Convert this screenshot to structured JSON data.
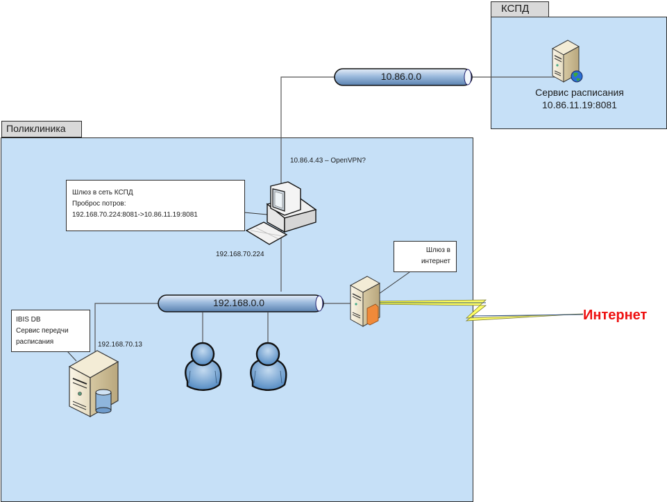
{
  "zones": {
    "kspd": {
      "label": "КСПД"
    },
    "polyclinic": {
      "label": "Поликлиника"
    }
  },
  "networks": {
    "kspd_bus": {
      "label": "10.86.0.0"
    },
    "local_bus": {
      "label": "192.168.0.0"
    }
  },
  "nodes": {
    "schedule_service": {
      "line1": "Сервис расписания",
      "line2": "10.86.11.19:8081"
    },
    "gateway_pc": {
      "vpn_label": "10.86.4.43 – OpenVPN?",
      "ip_label": "192.168.70.224",
      "note": [
        "Шлюз в сеть КСПД",
        "Проброс потров:",
        "192.168.70.224:8081->10.86.11.19:8081"
      ]
    },
    "internet_gateway": {
      "note": [
        "Шлюз в",
        "интернет"
      ]
    },
    "ibis_server": {
      "ip_label": "192.168.70.13",
      "note": [
        "IBIS DB",
        "Сервис передчи",
        "расписания"
      ]
    },
    "internet": {
      "label": "Интернет"
    }
  },
  "colors": {
    "zone_fill": "#c6e0f7",
    "tab_fill": "#d9d9d9",
    "bus_fill": "#8fb3d9",
    "user_fill": "#5b93c9",
    "lightning": "#ffff33",
    "internet_text": "#ee1111"
  }
}
